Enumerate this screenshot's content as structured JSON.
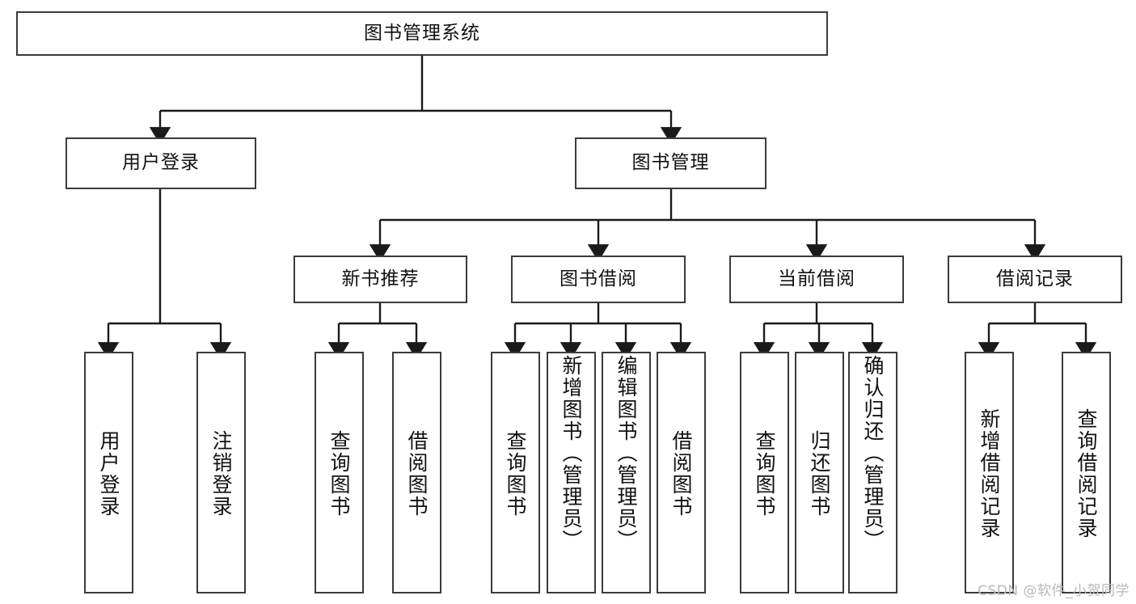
{
  "diagram": {
    "type": "tree-hierarchy",
    "title": "图书管理系统",
    "watermark": "CSDN @软件_小贺同学",
    "colors": {
      "box_border": "#3b3b3b",
      "box_fill": "#ffffff",
      "text": "#111111",
      "edge": "#1a1a1a",
      "watermark": "#b9b9b9"
    },
    "levels": {
      "root": {
        "label": "图书管理系统"
      },
      "level2": [
        {
          "label": "用户登录"
        },
        {
          "label": "图书管理"
        }
      ],
      "level3": [
        {
          "label": "新书推荐"
        },
        {
          "label": "图书借阅"
        },
        {
          "label": "当前借阅"
        },
        {
          "label": "借阅记录"
        }
      ],
      "leaves": [
        {
          "label": "用户登录",
          "parent": "用户登录"
        },
        {
          "label": "注销登录",
          "parent": "用户登录"
        },
        {
          "label": "查询图书",
          "parent": "新书推荐"
        },
        {
          "label": "借阅图书",
          "parent": "新书推荐"
        },
        {
          "label": "查询图书",
          "parent": "图书借阅"
        },
        {
          "label": "新增图书（管理员）",
          "parent": "图书借阅"
        },
        {
          "label": "编辑图书（管理员）",
          "parent": "图书借阅"
        },
        {
          "label": "借阅图书",
          "parent": "图书借阅"
        },
        {
          "label": "查询图书",
          "parent": "当前借阅"
        },
        {
          "label": "归还图书",
          "parent": "当前借阅"
        },
        {
          "label": "确认归还（管理员）",
          "parent": "当前借阅"
        },
        {
          "label": "新增借阅记录",
          "parent": "借阅记录"
        },
        {
          "label": "查询借阅记录",
          "parent": "借阅记录"
        }
      ]
    }
  }
}
